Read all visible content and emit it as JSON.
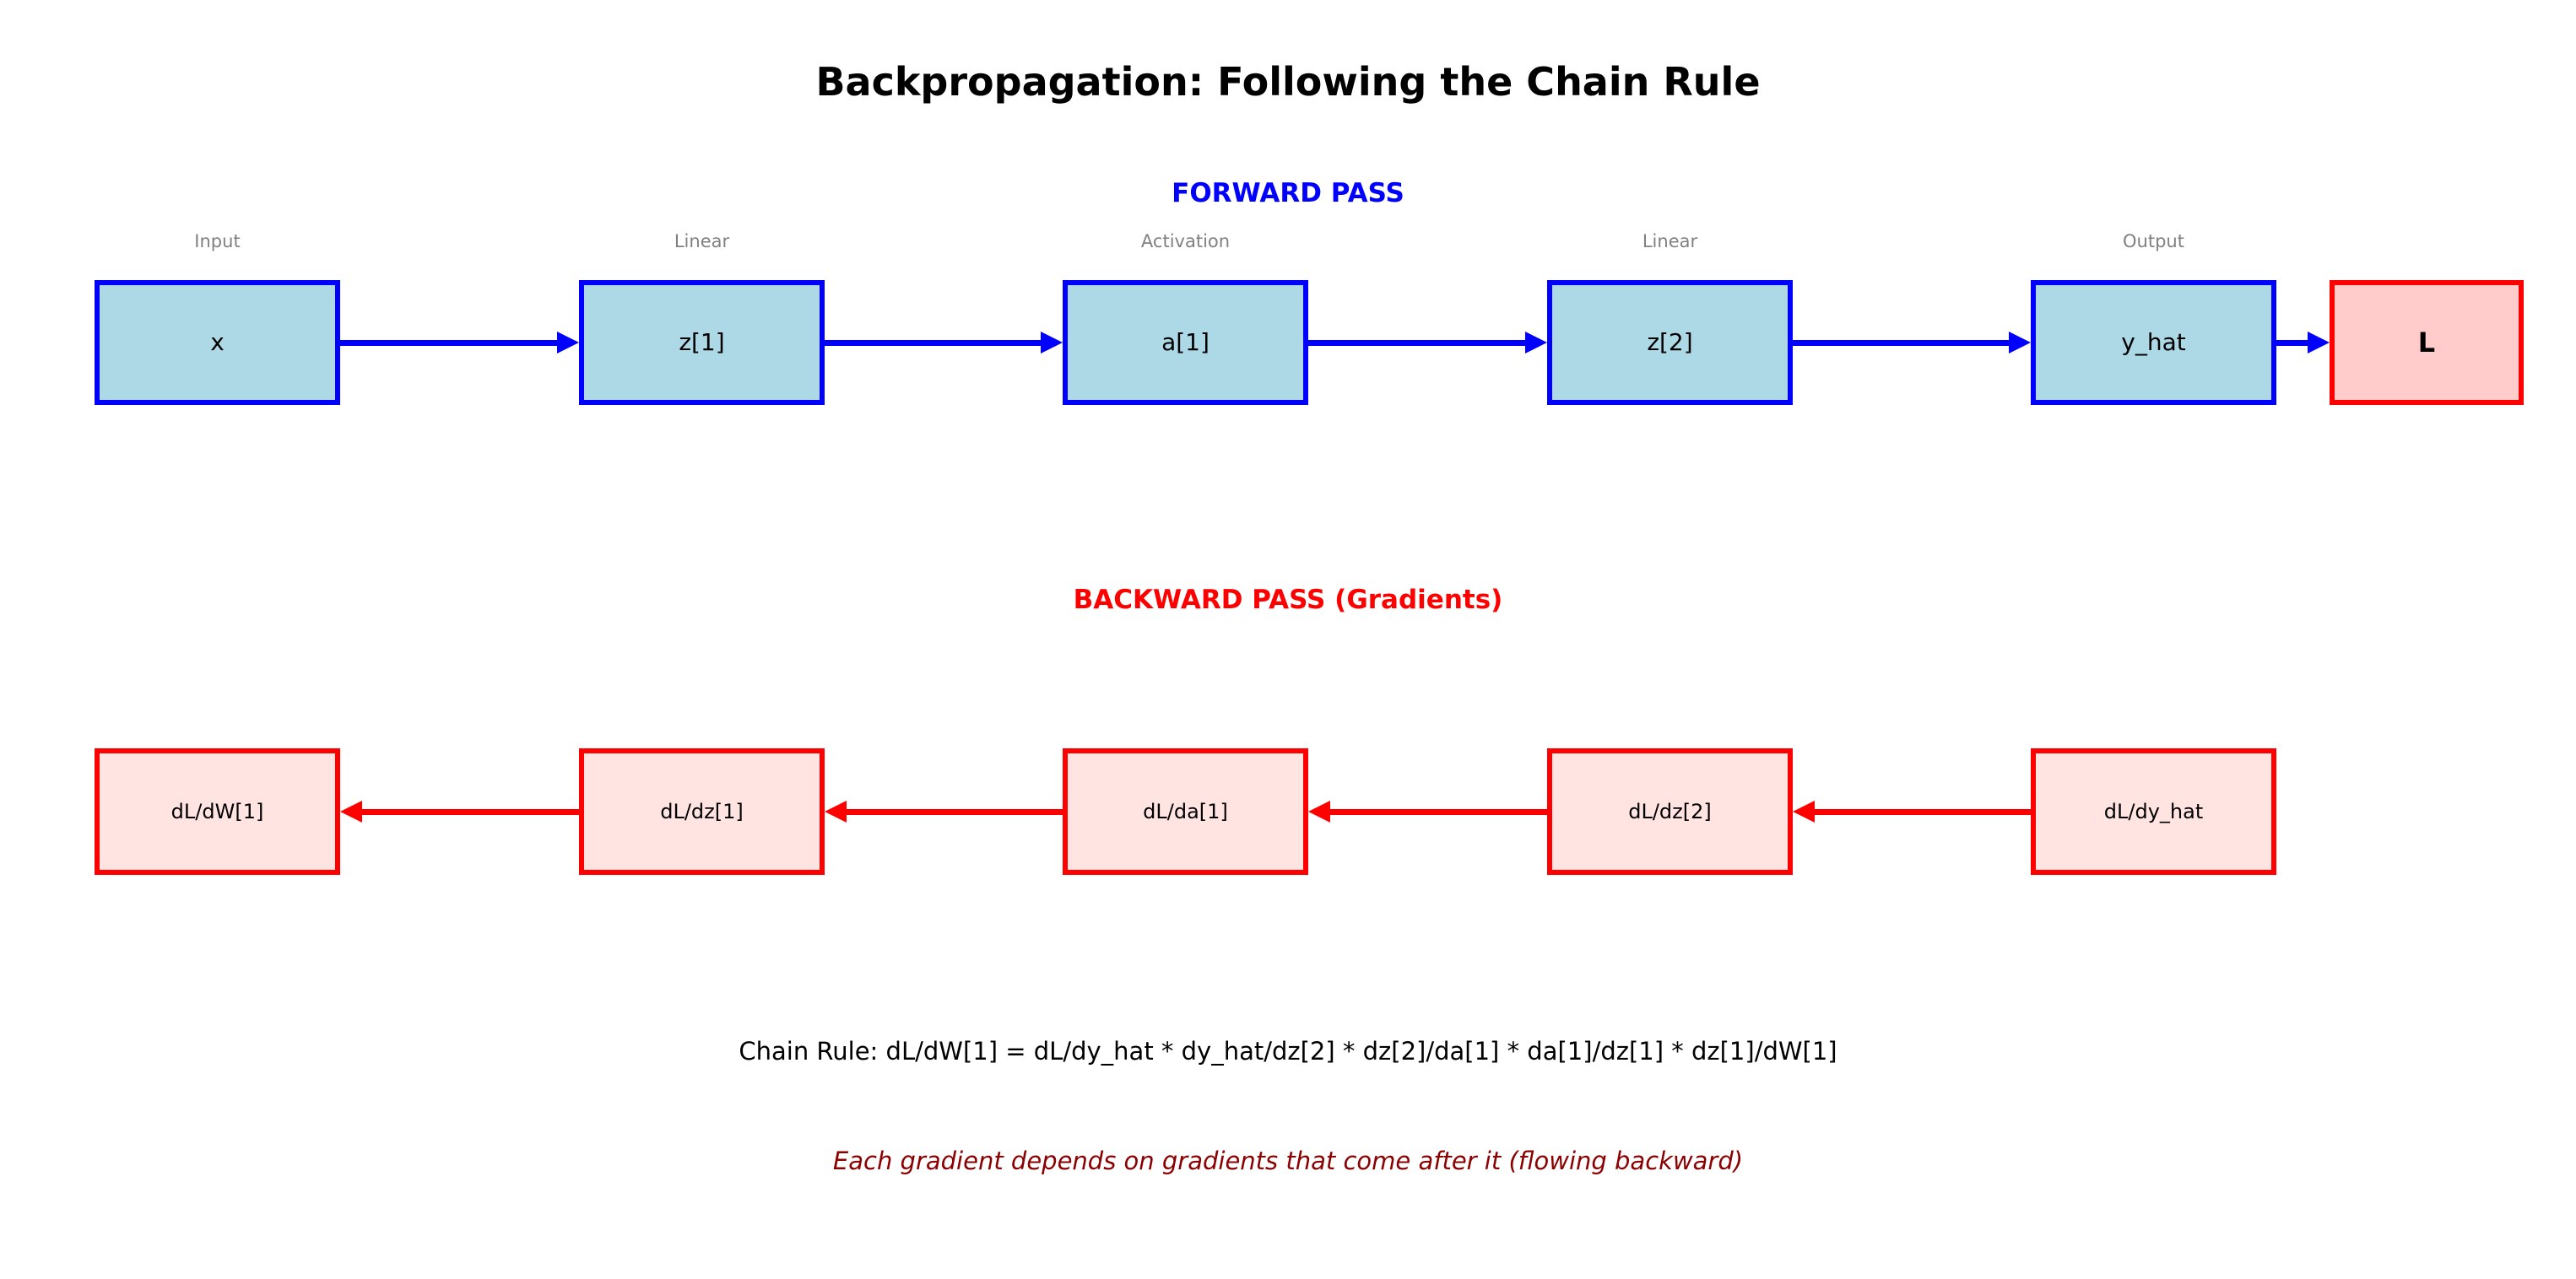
{
  "title": "Backpropagation: Following the Chain Rule",
  "forward": {
    "heading": "FORWARD PASS",
    "column_labels": [
      "Input",
      "Linear",
      "Activation",
      "Linear",
      "Output"
    ],
    "box_labels": [
      "x",
      "z[1]",
      "a[1]",
      "z[2]",
      "y_hat"
    ],
    "loss_label": "L"
  },
  "backward": {
    "heading": "BACKWARD PASS (Gradients)",
    "box_labels": [
      "dL/dW[1]",
      "dL/dz[1]",
      "dL/da[1]",
      "dL/dz[2]",
      "dL/dy_hat"
    ]
  },
  "chain_rule": "Chain Rule: dL/dW[1] = dL/dy_hat * dy_hat/dz[2] * dz[2]/da[1] * da[1]/dz[1] * dz[1]/dW[1]",
  "note": "Each gradient depends on gradients that come after it (flowing backward)",
  "colors": {
    "blue": "#0000FF",
    "red": "#FF0000",
    "lightblue": "#ADD8E6",
    "loss-pink": "#FFCCCB",
    "grad-pink": "#FFE4E1",
    "gray": "#808080",
    "darkred": "#8B0000"
  }
}
